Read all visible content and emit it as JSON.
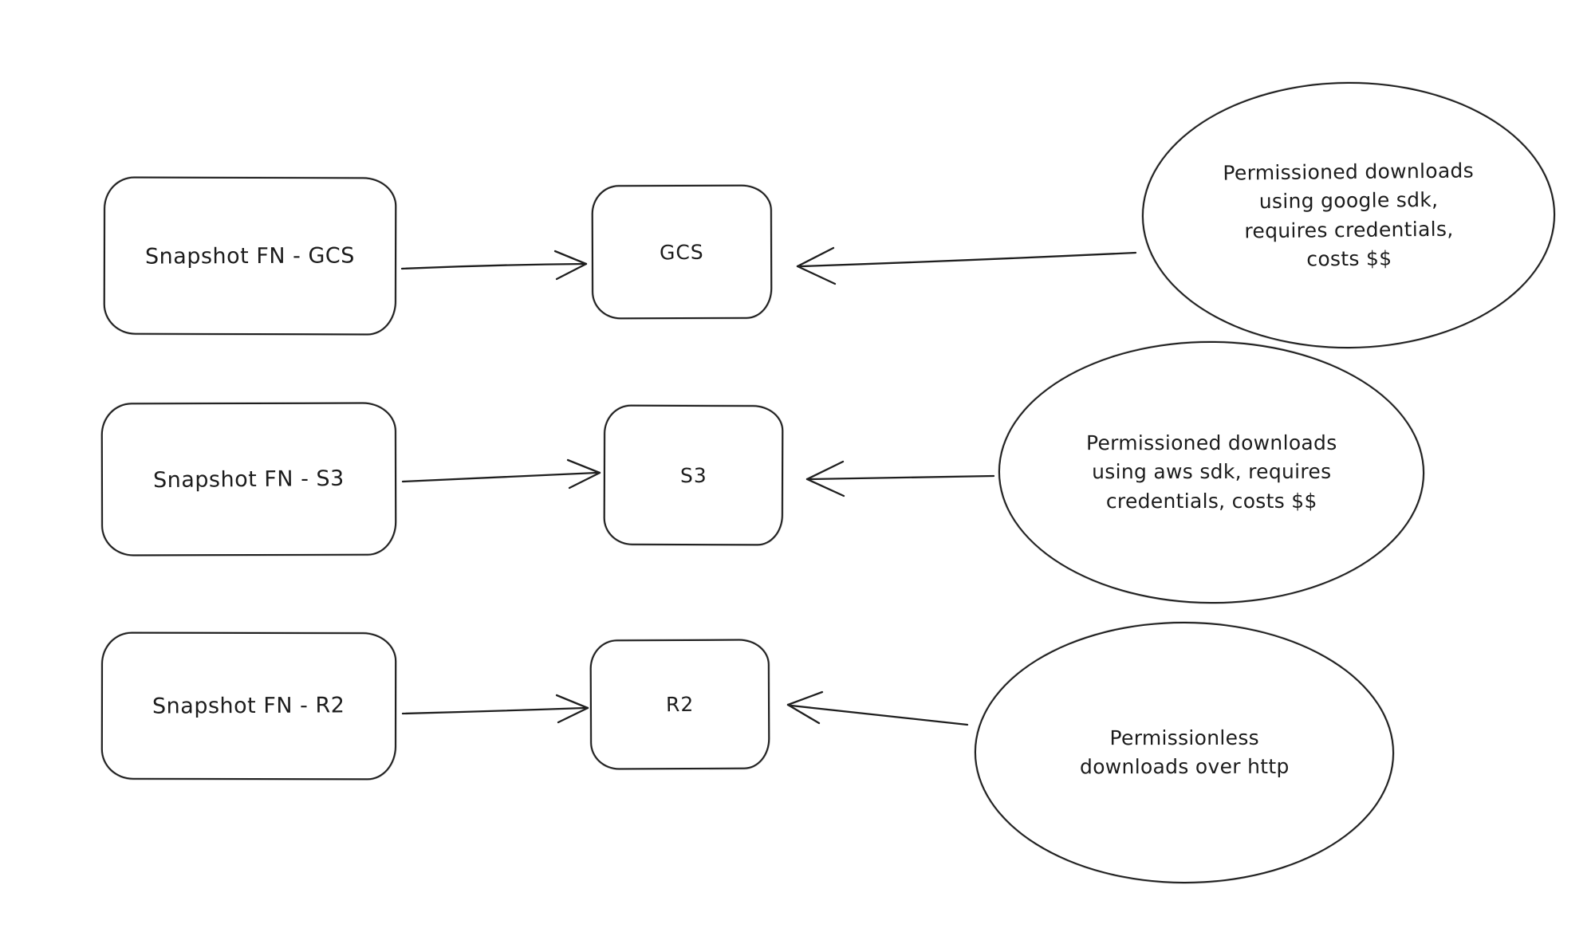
{
  "diagram": {
    "background": "#ffffff",
    "stroke_color": "#1c1c1c",
    "rows": [
      {
        "source_label": "Snapshot FN - GCS",
        "target_label": "GCS",
        "note_text": "Permissioned downloads\nusing google sdk,\nrequires credentials,\ncosts $$"
      },
      {
        "source_label": "Snapshot FN - S3",
        "target_label": "S3",
        "note_text": "Permissioned downloads\nusing aws sdk, requires\ncredentials, costs $$"
      },
      {
        "source_label": "Snapshot FN - R2",
        "target_label": "R2",
        "note_text": "Permissionless\ndownloads over http"
      }
    ]
  }
}
